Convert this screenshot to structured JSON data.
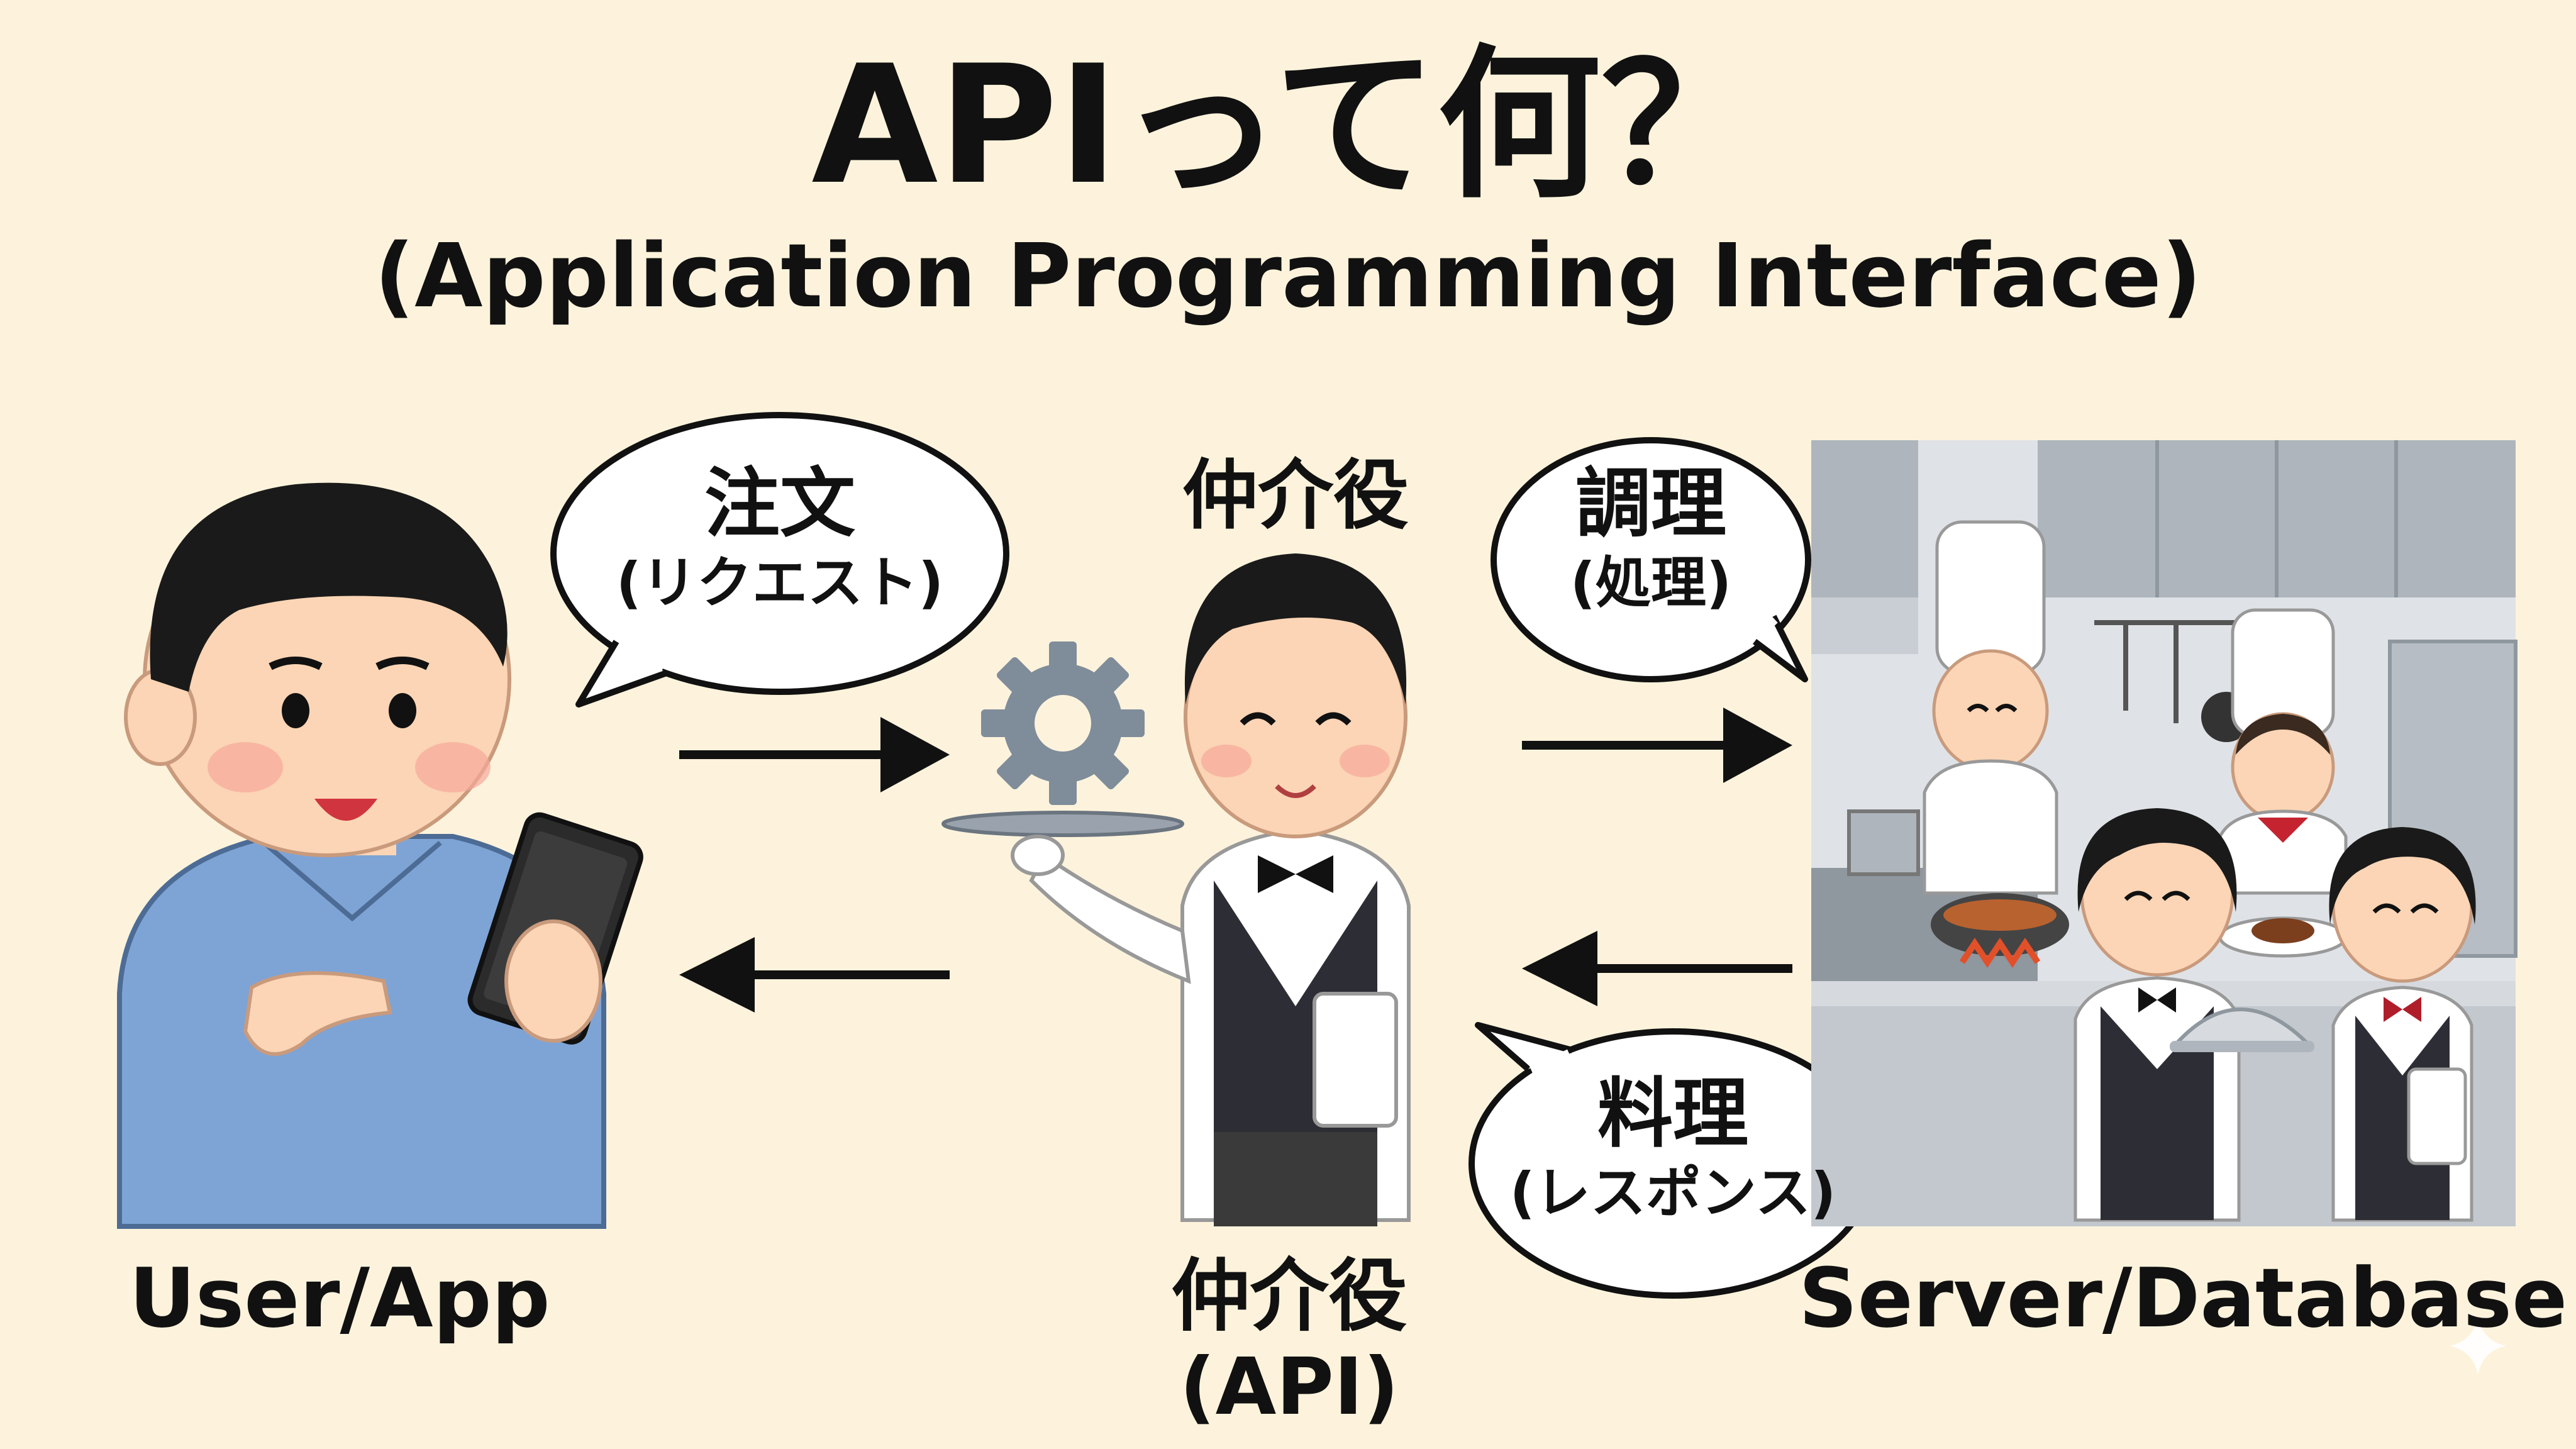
{
  "header": {
    "title": "APIって何？",
    "subtitle": "(Application Programming Interface)"
  },
  "bubbles": {
    "order": {
      "main": "注文",
      "sub": "(リクエスト)"
    },
    "cook": {
      "main": "調理",
      "sub": "(処理)"
    },
    "dish": {
      "main": "料理",
      "sub": "(レスポンス)"
    }
  },
  "labels": {
    "user": "User/App",
    "middle_top": "仲介役",
    "middle_bottom_line1": "仲介役",
    "middle_bottom_line2": "(API)",
    "server": "Server/Database"
  },
  "icons": [
    "gear-icon",
    "arrow-right-icon",
    "arrow-left-icon",
    "sparkle-icon"
  ],
  "colors": {
    "background": "#fdf3dc",
    "shirt": "#7ea4d6",
    "gear": "#7f8c9a",
    "kitchen": "#c9ced4"
  }
}
